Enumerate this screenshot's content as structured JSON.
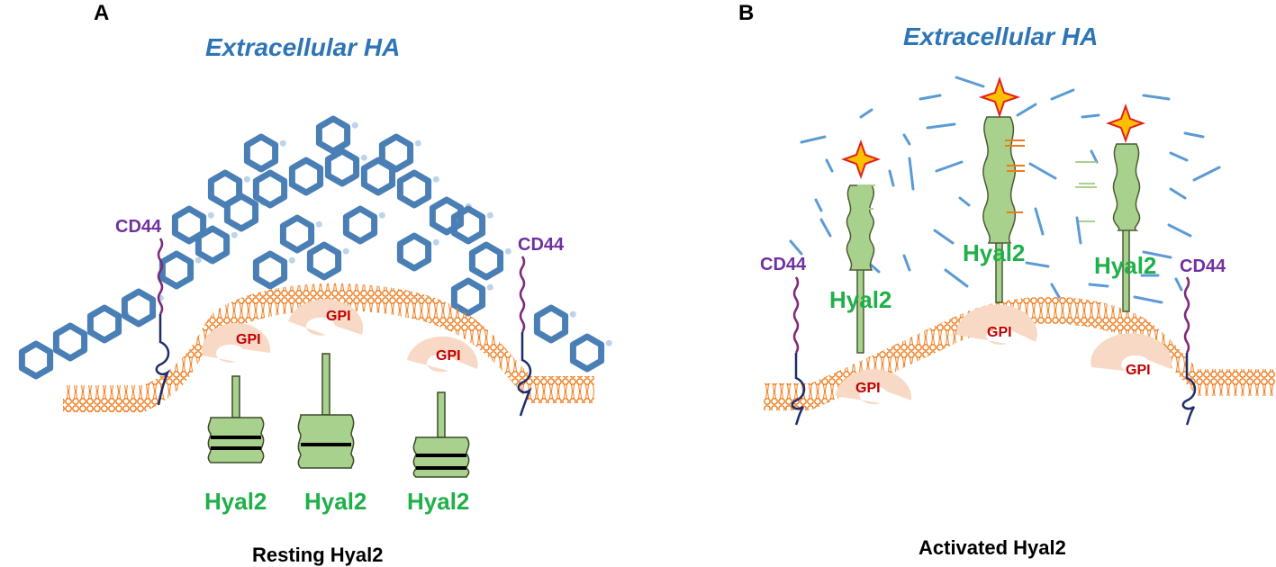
{
  "panel_a": {
    "letter": "A",
    "title": "Extracellular HA",
    "cd44_labels": [
      "CD44",
      "CD44"
    ],
    "gpi_labels": [
      "GPI",
      "GPI",
      "GPI"
    ],
    "hyal_labels": [
      "Hyal2",
      "Hyal2",
      "Hyal2"
    ],
    "caption": "Resting  Hyal2"
  },
  "panel_b": {
    "letter": "B",
    "title": "Extracellular HA",
    "cd44_labels": [
      "CD44",
      "CD44"
    ],
    "gpi_labels": [
      "GPI",
      "GPI",
      "GPI"
    ],
    "hyal_labels": [
      "Hyal2",
      "Hyal2",
      "Hyal2"
    ],
    "caption": "Activated  Hyal2"
  },
  "colors": {
    "ha_blue": "#2e75b6",
    "ha_network": "#4a7fb5",
    "cd44_purple": "#7030a0",
    "membrane_orange": "#f07a1a",
    "gpi_peach": "#f8d9c6",
    "gpi_red": "#c00000",
    "hyal_green": "#a9d18e",
    "hyal_label_green": "#1fb04a",
    "star_yellow": "#ffc000",
    "star_red": "#e02020"
  },
  "icons": {
    "star": "activation-star-icon",
    "cd44_coil": "cd44-coil-icon"
  }
}
